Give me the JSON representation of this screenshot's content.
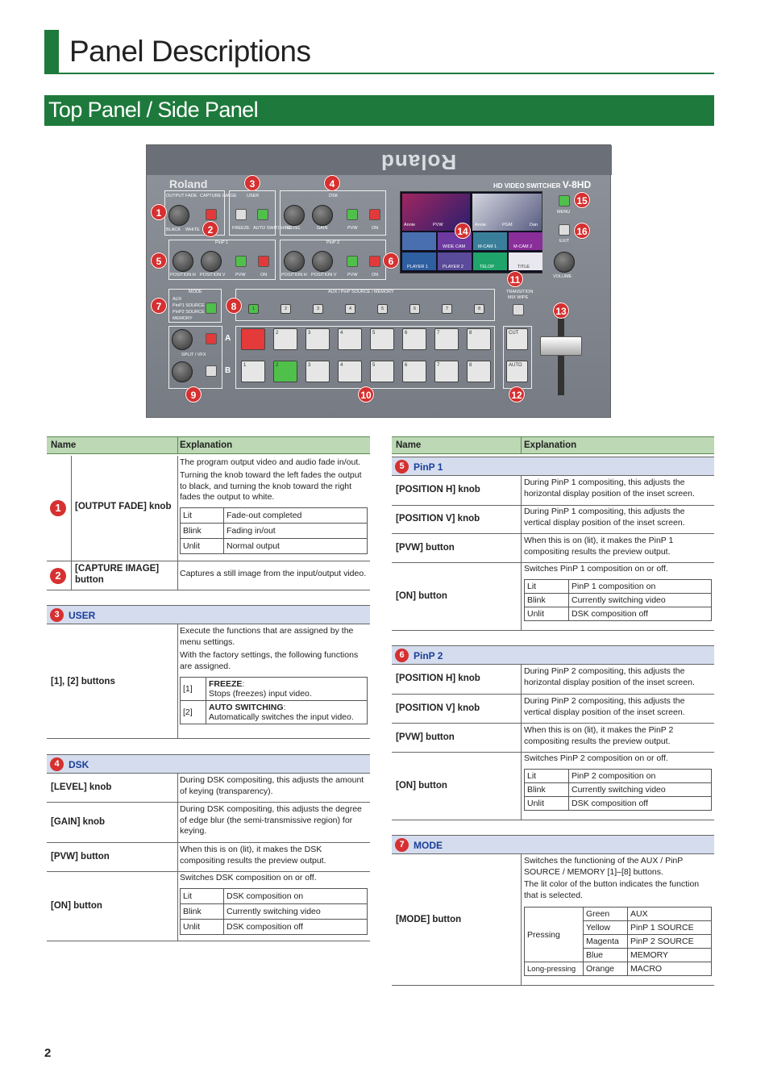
{
  "page_title": "Panel Descriptions",
  "section_title": "Top Panel / Side Panel",
  "page_number": "2",
  "device": {
    "brand": "Roland",
    "model_prefix": "HD VIDEO SWITCHER",
    "model": "V-8HD",
    "labels": {
      "output_fade": "OUTPUT FADE",
      "capture_image": "CAPTURE IMAGE",
      "black": "BLACK",
      "white": "WHITE",
      "user": "USER",
      "freeze": "FREEZE",
      "auto_switching": "AUTO SWITCHING",
      "dsk": "DSK",
      "level": "LEVEL",
      "gain": "GAIN",
      "pvw": "PVW",
      "on": "ON",
      "pinp1": "PinP 1",
      "pinp2": "PinP 2",
      "position_h": "POSITION H",
      "position_v": "POSITION V",
      "mode": "MODE",
      "aux_source_memory": "AUX / PinP SOURCE / MEMORY",
      "split_vfx": "SPLIT / VFX",
      "transition": "TRANSITION",
      "mix_wipe": "MIX  WIPE",
      "menu": "MENU",
      "exit": "EXIT",
      "volume": "VOLUME",
      "cut": "CUT",
      "auto": "AUTO",
      "a_pgm": "A",
      "b_pst": "B",
      "mode_items": [
        "AUX",
        "PinP1 SOURCE",
        "PinP2 SOURCE",
        "MEMORY"
      ]
    },
    "screen_tiles": [
      "Annie",
      "PVW",
      "Annie",
      "PGM",
      "Dan",
      "WIDE CAM",
      "M-CAM 1",
      "M-CAM 2",
      "PLAYER 1",
      "PLAYER 2",
      "TELOP",
      "TITLE"
    ],
    "callouts": [
      "1",
      "2",
      "3",
      "4",
      "5",
      "6",
      "7",
      "8",
      "9",
      "10",
      "11",
      "12",
      "13",
      "14",
      "15",
      "16"
    ],
    "pad_numbers": [
      "1",
      "2",
      "3",
      "4",
      "5",
      "6",
      "7",
      "8"
    ]
  },
  "left_table": {
    "headers": [
      "Name",
      "Explanation"
    ],
    "output_fade": {
      "num": "1",
      "name": "[OUTPUT FADE] knob",
      "desc": [
        "The program output video and audio fade in/out.",
        "Turning the knob toward the left fades the output to black, and turning the knob toward the right fades the output to white."
      ],
      "states": [
        [
          "Lit",
          "Fade-out completed"
        ],
        [
          "Blink",
          "Fading in/out"
        ],
        [
          "Unlit",
          "Normal output"
        ]
      ]
    },
    "capture": {
      "num": "2",
      "name": "[CAPTURE IMAGE] button",
      "desc": "Captures a still image from the input/output video."
    },
    "user": {
      "num": "3",
      "group": "USER",
      "name": "[1], [2] buttons",
      "desc": [
        "Execute the functions that are assigned by the menu settings.",
        "With the factory settings, the following functions are assigned."
      ],
      "assign": [
        {
          "key": "[1]",
          "title": "FREEZE",
          "text": "Stops (freezes) input video."
        },
        {
          "key": "[2]",
          "title": "AUTO SWITCHING",
          "text": "Automatically switches the input video."
        }
      ]
    },
    "dsk": {
      "num": "4",
      "group": "DSK",
      "rows": [
        {
          "name": "[LEVEL] knob",
          "desc": "During DSK compositing, this adjusts the amount of keying (transparency)."
        },
        {
          "name": "[GAIN] knob",
          "desc": "During DSK compositing, this adjusts the degree of edge blur (the semi-transmissive region) for keying."
        },
        {
          "name": "[PVW] button",
          "desc": "When this is on (lit), it makes the DSK compositing results the preview output."
        },
        {
          "name": "[ON] button",
          "desc": "Switches DSK composition on or off."
        }
      ],
      "states": [
        [
          "Lit",
          "DSK composition on"
        ],
        [
          "Blink",
          "Currently switching video"
        ],
        [
          "Unlit",
          "DSK composition off"
        ]
      ]
    }
  },
  "right_table": {
    "headers": [
      "Name",
      "Explanation"
    ],
    "pinp1": {
      "num": "5",
      "group": "PinP 1",
      "rows": [
        {
          "name": "[POSITION H] knob",
          "desc": "During PinP 1 compositing, this adjusts the horizontal display position of the inset screen."
        },
        {
          "name": "[POSITION V] knob",
          "desc": "During PinP 1 compositing, this adjusts the vertical display position of the inset screen."
        },
        {
          "name": "[PVW] button",
          "desc": "When this is on (lit), it makes the PinP 1 compositing results the preview output."
        },
        {
          "name": "[ON] button",
          "desc": "Switches PinP 1 composition on or off."
        }
      ],
      "states": [
        [
          "Lit",
          "PinP 1 composition on"
        ],
        [
          "Blink",
          "Currently switching video"
        ],
        [
          "Unlit",
          "DSK composition off"
        ]
      ]
    },
    "pinp2": {
      "num": "6",
      "group": "PinP 2",
      "rows": [
        {
          "name": "[POSITION H] knob",
          "desc": "During PinP 2 compositing, this adjusts the horizontal display position of the inset screen."
        },
        {
          "name": "[POSITION V] knob",
          "desc": "During PinP 2 compositing, this adjusts the vertical display position of the inset screen."
        },
        {
          "name": "[PVW] button",
          "desc": "When this is on (lit), it makes the PinP 2 compositing results the preview output."
        },
        {
          "name": "[ON] button",
          "desc": "Switches PinP 2 composition on or off."
        }
      ],
      "states": [
        [
          "Lit",
          "PinP 2 composition on"
        ],
        [
          "Blink",
          "Currently switching video"
        ],
        [
          "Unlit",
          "DSK composition off"
        ]
      ]
    },
    "mode": {
      "num": "7",
      "group": "MODE",
      "name": "[MODE] button",
      "desc": [
        "Switches the functioning of the AUX / PinP SOURCE / MEMORY [1]–[8] buttons.",
        "The lit color of the button indicates the function that is selected."
      ],
      "pressing": "Pressing",
      "long_pressing": "Long-pressing",
      "colors": [
        [
          "Green",
          "AUX"
        ],
        [
          "Yellow",
          "PinP 1 SOURCE"
        ],
        [
          "Magenta",
          "PinP 2 SOURCE"
        ],
        [
          "Blue",
          "MEMORY"
        ],
        [
          "Orange",
          "MACRO"
        ]
      ]
    }
  }
}
